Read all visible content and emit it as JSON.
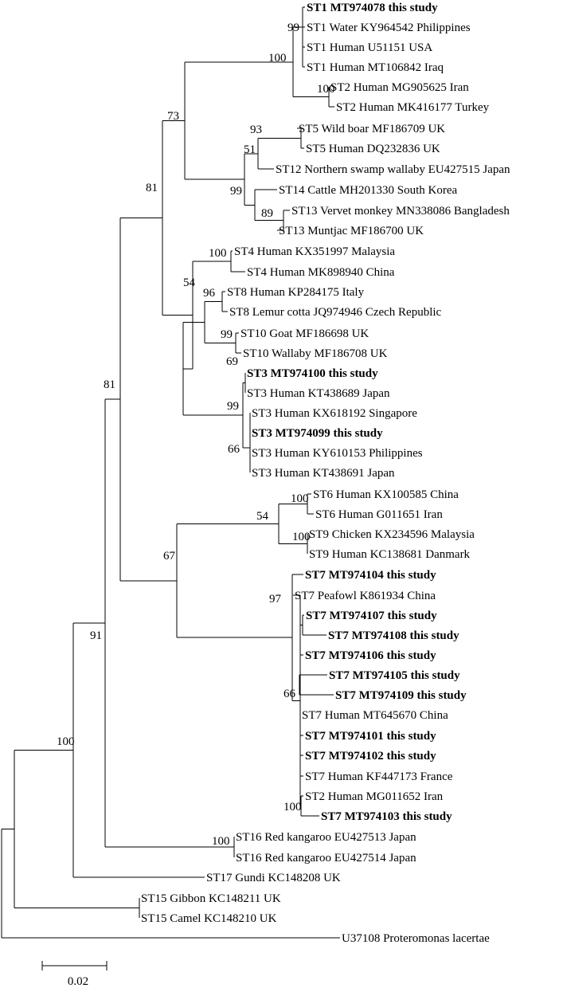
{
  "tree": {
    "leaves": [
      {
        "text": "ST1 MT974078 this study",
        "bold": true
      },
      {
        "text": "ST1 Water KY964542 Philippines",
        "bold": false
      },
      {
        "text": "ST1 Human U51151 USA",
        "bold": false
      },
      {
        "text": "ST1 Human MT106842 Iraq",
        "bold": false
      },
      {
        "text": "ST2 Human MG905625 Iran",
        "bold": false
      },
      {
        "text": "ST2 Human MK416177 Turkey",
        "bold": false
      },
      {
        "text": "ST5 Wild boar MF186709 UK",
        "bold": false
      },
      {
        "text": "ST5 Human DQ232836 UK",
        "bold": false
      },
      {
        "text": "ST12 Northern swamp wallaby EU427515 Japan",
        "bold": false
      },
      {
        "text": "ST14 Cattle MH201330 South Korea",
        "bold": false
      },
      {
        "text": "ST13 Vervet monkey MN338086 Bangladesh",
        "bold": false
      },
      {
        "text": "ST13 Muntjac MF186700 UK",
        "bold": false
      },
      {
        "text": "ST4 Human KX351997 Malaysia",
        "bold": false
      },
      {
        "text": "ST4 Human MK898940 China",
        "bold": false
      },
      {
        "text": "ST8 Human KP284175 Italy",
        "bold": false
      },
      {
        "text": "ST8 Lemur cotta JQ974946 Czech Republic",
        "bold": false
      },
      {
        "text": "ST10 Goat MF186698 UK",
        "bold": false
      },
      {
        "text": "ST10 Wallaby MF186708 UK",
        "bold": false
      },
      {
        "text": "ST3 MT974100 this study",
        "bold": true
      },
      {
        "text": "ST3 Human KT438689 Japan",
        "bold": false
      },
      {
        "text": "ST3 Human KX618192 Singapore",
        "bold": false
      },
      {
        "text": "ST3 MT974099 this study",
        "bold": true
      },
      {
        "text": "ST3 Human KY610153 Philippines",
        "bold": false
      },
      {
        "text": "ST3 Human KT438691 Japan",
        "bold": false
      },
      {
        "text": "ST6 Human KX100585 China",
        "bold": false
      },
      {
        "text": "ST6 Human G011651 Iran",
        "bold": false
      },
      {
        "text": "ST9 Chicken KX234596 Malaysia",
        "bold": false
      },
      {
        "text": "ST9 Human KC138681 Danmark",
        "bold": false
      },
      {
        "text": "ST7 MT974104 this study",
        "bold": true
      },
      {
        "text": "ST7 Peafowl K861934 China",
        "bold": false
      },
      {
        "text": "ST7 MT974107 this study",
        "bold": true
      },
      {
        "text": "ST7 MT974108 this study",
        "bold": true
      },
      {
        "text": "ST7 MT974106 this study",
        "bold": true
      },
      {
        "text": "ST7 MT974105 this study",
        "bold": true
      },
      {
        "text": "ST7 MT974109 this study",
        "bold": true
      },
      {
        "text": "ST7 Human MT645670 China",
        "bold": false
      },
      {
        "text": "ST7 MT974101 this study",
        "bold": true
      },
      {
        "text": "ST7 MT974102 this study",
        "bold": true
      },
      {
        "text": "ST7 Human KF447173 France",
        "bold": false
      },
      {
        "text": "ST2 Human MG011652 Iran",
        "bold": false
      },
      {
        "text": "ST7 MT974103 this study",
        "bold": true
      },
      {
        "text": "ST16 Red kangaroo EU427513 Japan",
        "bold": false
      },
      {
        "text": "ST16 Red kangaroo EU427514 Japan",
        "bold": false
      },
      {
        "text": "ST17 Gundi KC148208 UK",
        "bold": false
      },
      {
        "text": "ST15 Gibbon KC148211 UK",
        "bold": false
      },
      {
        "text": "ST15 Camel KC148210 UK",
        "bold": false
      },
      {
        "text": "U37108 Proteromonas lacertae",
        "bold": false
      }
    ],
    "bootstrap": [
      "99",
      "100",
      "100",
      "73",
      "93",
      "51",
      "99",
      "89",
      "81",
      "100",
      "54",
      "96",
      "99",
      "69",
      "99",
      "66",
      "54",
      "100",
      "100",
      "97",
      "100",
      "66",
      "67",
      "81",
      "100",
      "91",
      "100"
    ],
    "scale_label": "0.02"
  }
}
